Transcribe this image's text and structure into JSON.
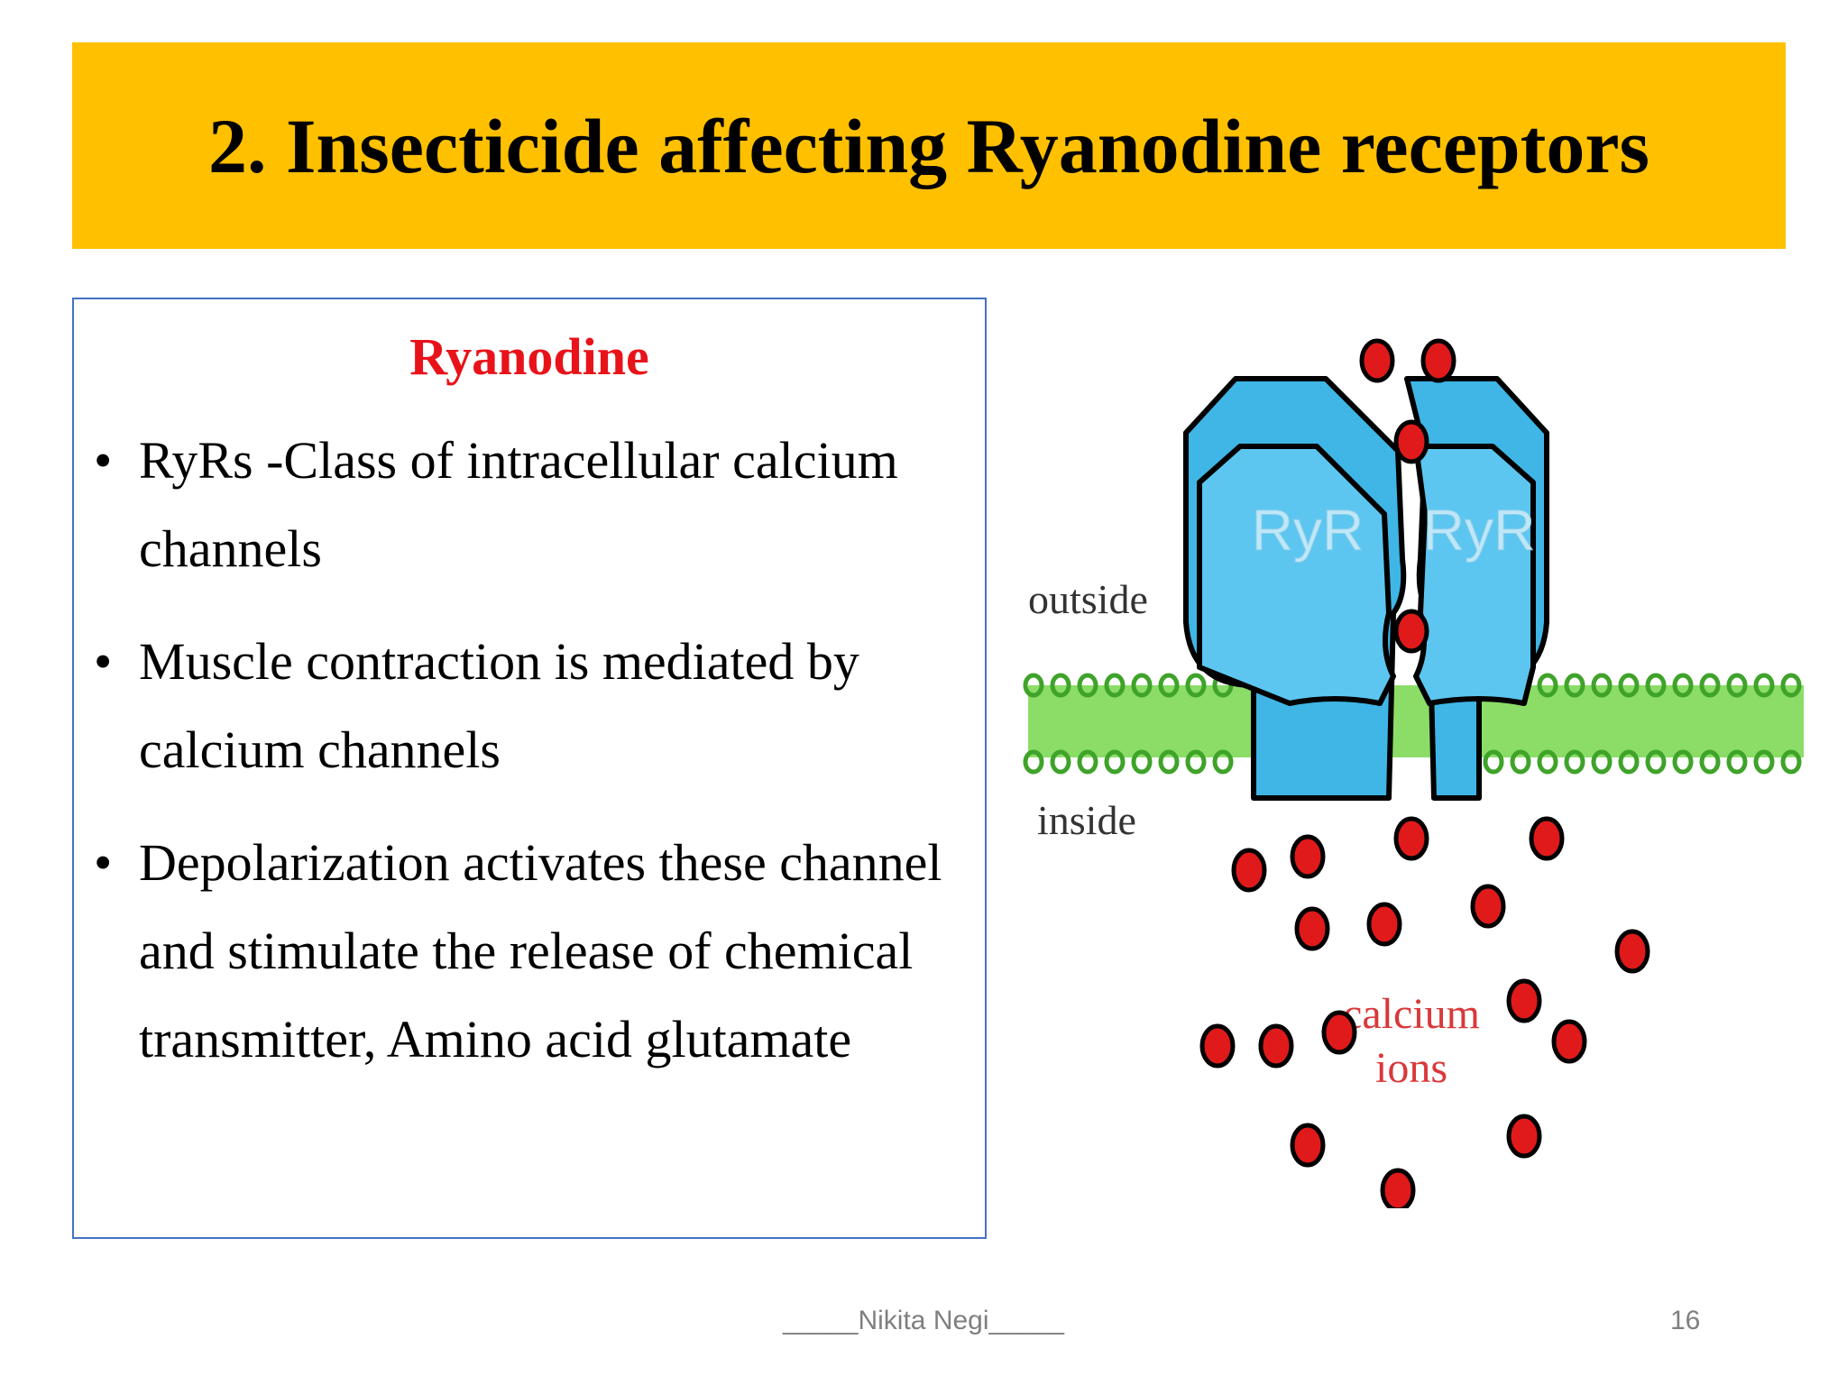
{
  "slide": {
    "title": "2. Insecticide affecting Ryanodine receptors",
    "box": {
      "heading": "Ryanodine",
      "bullets": [
        "RyRs -Class of intracellular calcium channels",
        "Muscle contraction is mediated by calcium channels",
        "Depolarization  activates these channel and stimulate the release of chemical transmitter, Amino acid glutamate"
      ]
    },
    "diagram": {
      "outside_label": "outside",
      "inside_label": "inside",
      "receptor_label": "RyR",
      "ion_label_line1": "calcium",
      "ion_label_line2": "ions"
    },
    "footer": {
      "author": "_____Nikita Negi_____",
      "page_number": "16"
    },
    "colors": {
      "banner": "#FFC000",
      "heading": "#E8131A",
      "box_border": "#4472C4",
      "receptor": "#4DB8E8",
      "membrane": "#66CC33",
      "ion": "#E01A1A"
    }
  }
}
